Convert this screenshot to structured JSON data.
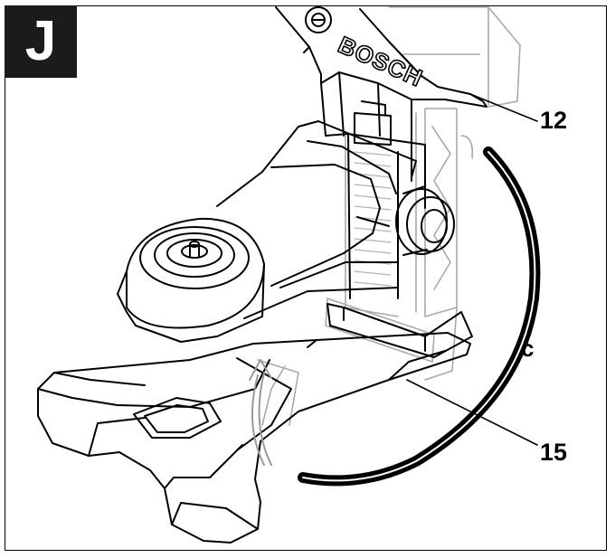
{
  "figure": {
    "panel_letter": "J",
    "brand": "BOSCH",
    "callouts": {
      "holder": "12",
      "base_plate": "15",
      "rotation": "c"
    }
  },
  "colors": {
    "ink": "#000000",
    "light_ink": "#9a9a9a",
    "badge_bg": "#1b1b1b",
    "paper": "#ffffff"
  }
}
